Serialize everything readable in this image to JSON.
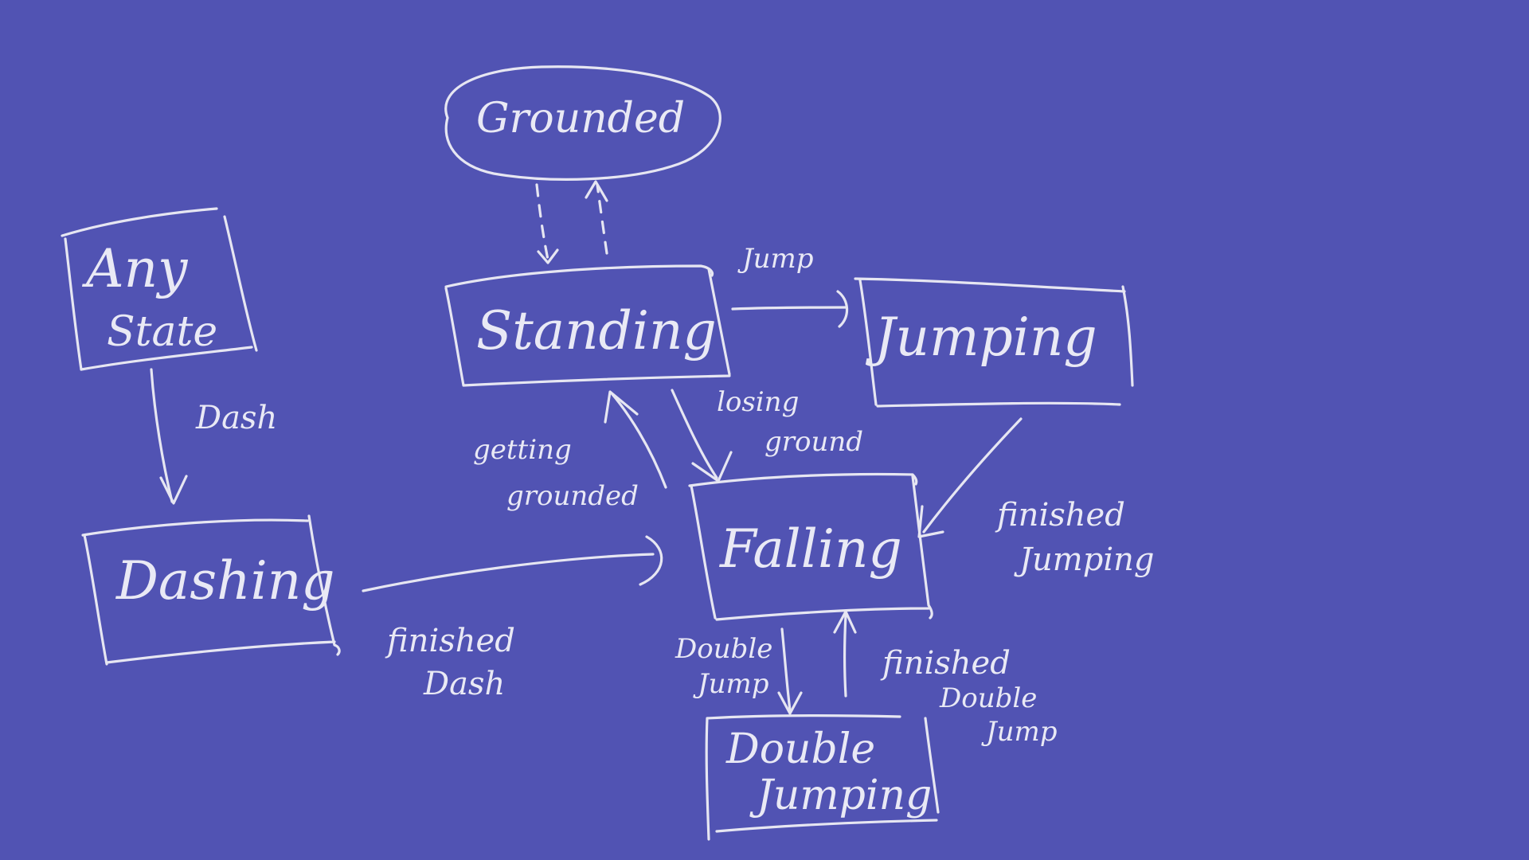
{
  "diagram": {
    "background_color": "#5153b3",
    "stroke_color": "#e6e6f2",
    "nodes": {
      "grounded": {
        "label": "Grounded",
        "shape": "ellipse"
      },
      "any_state": {
        "line1": "Any",
        "line2": "State",
        "shape": "box"
      },
      "standing": {
        "label": "Standing",
        "shape": "box"
      },
      "jumping": {
        "label": "Jumping",
        "shape": "box"
      },
      "dashing": {
        "label": "Dashing",
        "shape": "box"
      },
      "falling": {
        "label": "Falling",
        "shape": "box"
      },
      "double_jumping": {
        "line1": "Double",
        "line2": "Jumping",
        "shape": "box"
      }
    },
    "edges": {
      "grounded_standing": {
        "style": "dashed",
        "label": ""
      },
      "dash": {
        "from": "Any State",
        "to": "Dashing",
        "label": "Dash"
      },
      "jump": {
        "from": "Standing",
        "to": "Jumping",
        "label": "Jump"
      },
      "getting_grounded": {
        "from": "Falling",
        "to": "Standing",
        "line1": "getting",
        "line2": "grounded"
      },
      "losing_ground": {
        "from": "Standing",
        "to": "Falling",
        "line1": "losing",
        "line2": "ground"
      },
      "finished_jumping": {
        "from": "Jumping",
        "to": "Falling",
        "line1": "finished",
        "line2": "Jumping"
      },
      "finished_dash": {
        "from": "Dashing",
        "to": "Falling",
        "line1": "finished",
        "line2": "Dash"
      },
      "double_jump": {
        "from": "Falling",
        "to": "Double Jumping",
        "line1": "Double",
        "line2": "Jump"
      },
      "finished_double_jump": {
        "from": "Double Jumping",
        "to": "Falling",
        "line1": "finished",
        "line2": "Double",
        "line3": "Jump"
      }
    }
  }
}
